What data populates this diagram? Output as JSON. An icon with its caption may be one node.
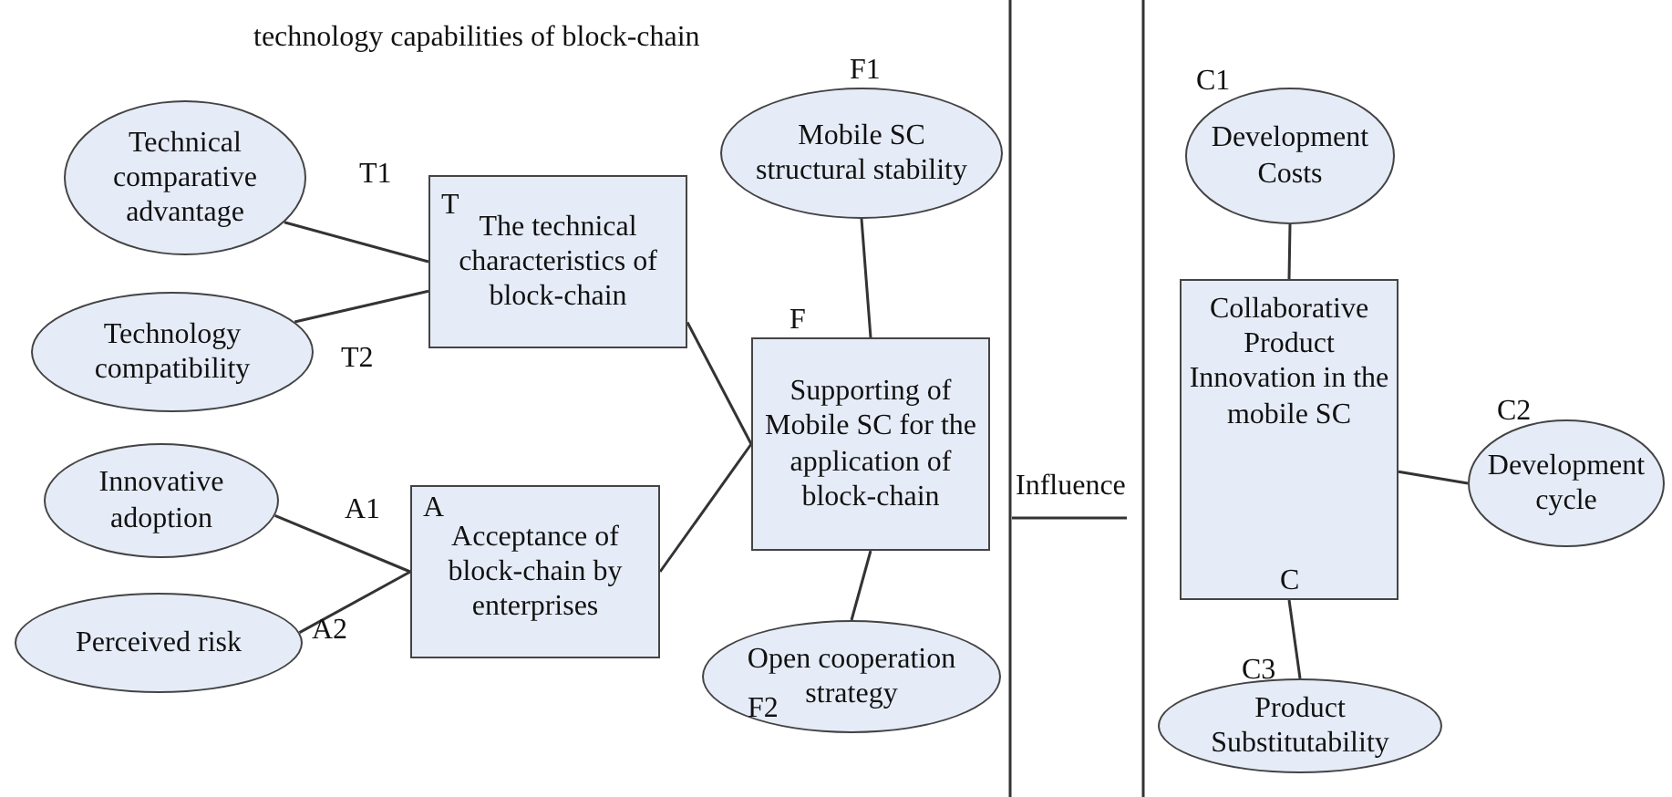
{
  "diagram": {
    "title": "technology capabilities of block-chain",
    "nodes": [
      {
        "text": [
          "Technical comparative advantage"
        ]
      },
      {
        "text": [
          "Technology compatibility"
        ]
      },
      {
        "text": [
          "Innovative adoption"
        ]
      },
      {
        "text": [
          "Perceived risk"
        ]
      },
      {
        "text": [
          "T",
          "The technical characteristics of block-chain"
        ]
      },
      {
        "text": [
          "A",
          "Acceptance of block-chain by enterprises"
        ]
      },
      {
        "text": [
          "F1",
          "Mobile SC structural stability"
        ]
      },
      {
        "text": [
          "F",
          "Supporting of Mobile SC for the application of block-chain"
        ]
      },
      {
        "text": [
          "Open cooperation strategy",
          "F2"
        ]
      },
      {
        "text": [
          "C1",
          "Development Costs"
        ]
      },
      {
        "text": [
          "Collaborative Product Innovation in the mobile SC",
          "C"
        ]
      },
      {
        "text": [
          "C2",
          "Development cycle"
        ]
      },
      {
        "text": [
          "C3",
          "Product Substitutability"
        ]
      }
    ],
    "edges": [
      {
        "from": 0,
        "to": 4,
        "arrow": "none",
        "label": "T1"
      },
      {
        "from": 1,
        "to": 4,
        "arrow": "none",
        "label": "T2"
      },
      {
        "from": 2,
        "to": 5,
        "arrow": "none",
        "label": "A1"
      },
      {
        "from": 3,
        "to": 5,
        "arrow": "none",
        "label": "A2"
      },
      {
        "from": 4,
        "to": 7,
        "arrow": "none"
      },
      {
        "from": 5,
        "to": 7,
        "arrow": "none"
      },
      {
        "from": 6,
        "to": 7,
        "arrow": "none"
      },
      {
        "from": 7,
        "to": 8,
        "arrow": "none"
      },
      {
        "from": 9,
        "to": 10,
        "arrow": "none"
      },
      {
        "from": 10,
        "to": 11,
        "arrow": "none"
      },
      {
        "from": 10,
        "to": 12,
        "arrow": "none"
      }
    ],
    "labels": [
      "Influence"
    ]
  }
}
